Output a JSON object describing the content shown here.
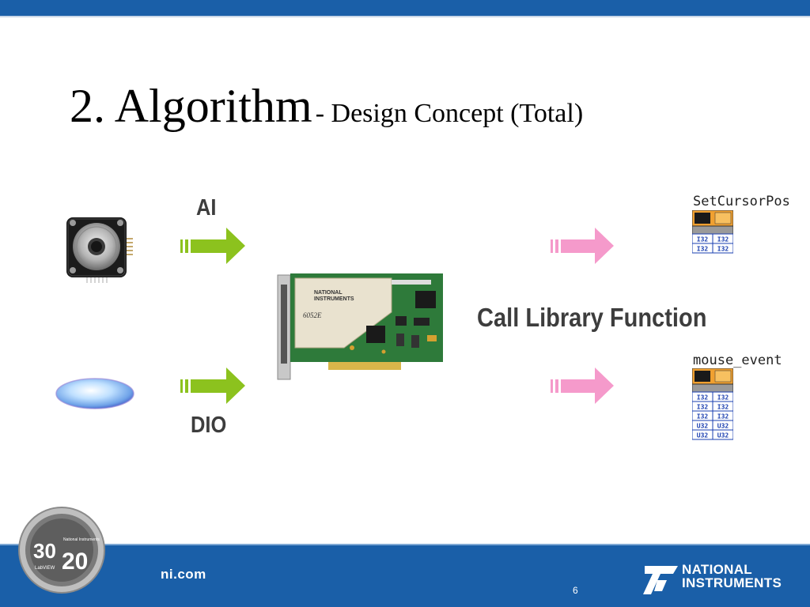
{
  "slide": {
    "title_main": "2. Algorithm",
    "title_sub": "- Design Concept (Total)",
    "label_ai": "AI",
    "label_dio": "DIO",
    "label_call": "Call Library Function",
    "fn1_name": "SetCursorPos",
    "fn2_name": "mouse_event",
    "card_brand_1": "NATIONAL",
    "card_brand_2": "INSTRUMENTS",
    "card_model": "6052E",
    "fn_type_i32": "I32",
    "fn_type_u32": "U32"
  },
  "footer": {
    "site": "ni.com",
    "page_number": "6",
    "logo_line1": "NATIONAL",
    "logo_line2": "INSTRUMENTS",
    "seal_big1": "30",
    "seal_big2": "20",
    "seal_small1": "LabVIEW",
    "seal_small2": "National Instruments"
  },
  "colors": {
    "bar_blue": "#1a5fa8",
    "green_arrow": "#8cc21e",
    "pink_arrow": "#f59acb",
    "label_gray": "#3d3d3d"
  },
  "icons": [
    "encoder-device",
    "led-lens",
    "daq-card",
    "green-arrow",
    "pink-arrow",
    "library-function-icon",
    "ni-logo",
    "anniversary-seal"
  ]
}
